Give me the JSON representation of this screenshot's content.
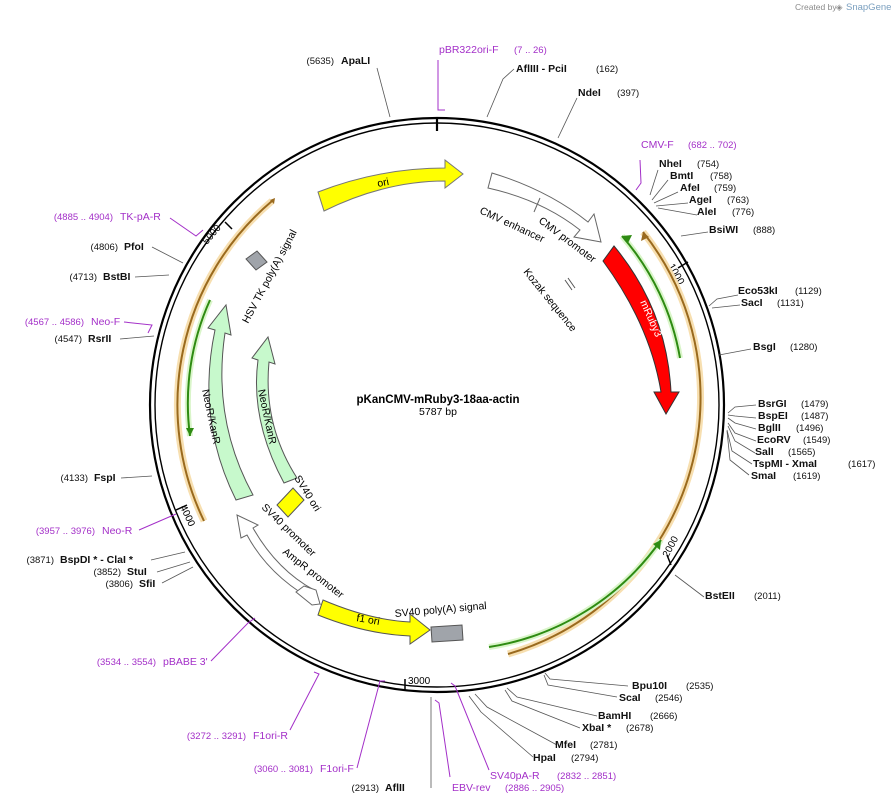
{
  "credit": {
    "prefix": "Created by",
    "brand": "SnapGene"
  },
  "plasmid": {
    "name": "pKanCMV-mRuby3-18aa-actin",
    "length": "5787 bp"
  },
  "ticks": [
    "1000",
    "2000",
    "3000",
    "4000",
    "5000"
  ],
  "features": {
    "ori": "ori",
    "cmv_enhancer": "CMV enhancer",
    "cmv_promoter": "CMV promoter",
    "kozak": "Kozak sequence",
    "mruby3": "mRuby3",
    "hsv_tk": "HSV TK poly(A) signal",
    "neor_outer": "NeoR/KanR",
    "neor_inner": "NeoR/KanR",
    "sv40_ori": "SV40 ori",
    "sv40_promoter": "SV40 promoter",
    "ampr_promoter": "AmpR promoter",
    "f1_ori": "f1 ori",
    "sv40_polya": "SV40 poly(A) signal"
  },
  "sites": [
    {
      "name": "ApaLI",
      "pos": "(5635)"
    },
    {
      "name": "AflIII  - PciI",
      "pos": "(162)"
    },
    {
      "name": "NdeI",
      "pos": "(397)"
    },
    {
      "name": "NheI",
      "pos": "(754)"
    },
    {
      "name": "BmtI",
      "pos": "(758)"
    },
    {
      "name": "AfeI",
      "pos": "(759)"
    },
    {
      "name": "AgeI",
      "pos": "(763)"
    },
    {
      "name": "AleI",
      "pos": "(776)"
    },
    {
      "name": "BsiWI",
      "pos": "(888)"
    },
    {
      "name": "Eco53kI",
      "pos": "(1129)"
    },
    {
      "name": "SacI",
      "pos": "(1131)"
    },
    {
      "name": "BsgI",
      "pos": "(1280)"
    },
    {
      "name": "BsrGI",
      "pos": "(1479)"
    },
    {
      "name": "BspEI",
      "pos": "(1487)"
    },
    {
      "name": "BglII",
      "pos": "(1496)"
    },
    {
      "name": "EcoRV",
      "pos": "(1549)"
    },
    {
      "name": "SalI",
      "pos": "(1565)"
    },
    {
      "name": "TspMI  - XmaI",
      "pos": "(1617)"
    },
    {
      "name": "SmaI",
      "pos": "(1619)"
    },
    {
      "name": "BstEII",
      "pos": "(2011)"
    },
    {
      "name": "Bpu10I",
      "pos": "(2535)"
    },
    {
      "name": "ScaI",
      "pos": "(2546)"
    },
    {
      "name": "BamHI",
      "pos": "(2666)"
    },
    {
      "name": "XbaI *",
      "pos": "(2678)"
    },
    {
      "name": "MfeI",
      "pos": "(2781)"
    },
    {
      "name": "HpaI",
      "pos": "(2794)"
    },
    {
      "name": "AflII",
      "pos": "(2913)"
    },
    {
      "name": "SfiI",
      "pos": "(3806)"
    },
    {
      "name": "StuI",
      "pos": "(3852)"
    },
    {
      "name": "BspDI *  - ClaI *",
      "pos": "(3871)"
    },
    {
      "name": "FspI",
      "pos": "(4133)"
    },
    {
      "name": "RsrII",
      "pos": "(4547)"
    },
    {
      "name": "BstBI",
      "pos": "(4713)"
    },
    {
      "name": "PfoI",
      "pos": "(4806)"
    }
  ],
  "primers": [
    {
      "name": "pBR322ori-F",
      "range": "(7 .. 26)"
    },
    {
      "name": "CMV-F",
      "range": "(682 .. 702)"
    },
    {
      "name": "TK-pA-R",
      "range": "(4885 .. 4904)"
    },
    {
      "name": "Neo-F",
      "range": "(4567 .. 4586)"
    },
    {
      "name": "Neo-R",
      "range": "(3957 .. 3976)"
    },
    {
      "name": "pBABE 3'",
      "range": "(3534 .. 3554)"
    },
    {
      "name": "F1ori-R",
      "range": "(3272 .. 3291)"
    },
    {
      "name": "F1ori-F",
      "range": "(3060 .. 3081)"
    },
    {
      "name": "EBV-rev",
      "range": "(2886 .. 2905)"
    },
    {
      "name": "SV40pA-R",
      "range": "(2832 .. 2851)"
    }
  ]
}
